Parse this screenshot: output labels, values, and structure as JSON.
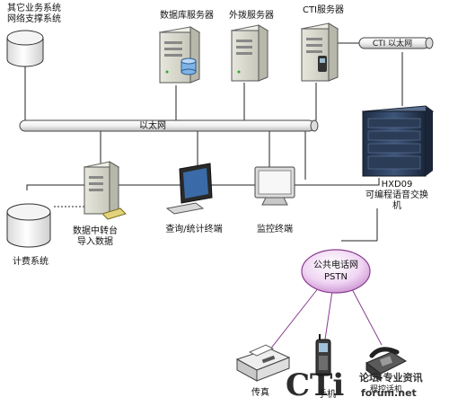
{
  "nodes": {
    "other_systems": {
      "line1": "其它业务系统",
      "line2": "网络支撑系统"
    },
    "db_server": "数据库服务器",
    "outbound_server": "外拨服务器",
    "cti_server": "CTI服务器",
    "cti_ethernet": "CTI 以太网",
    "ethernet": "以太网",
    "switch": {
      "line1": "HXD09",
      "line2": "可编程语音交换",
      "line3": "机"
    },
    "relay": {
      "line1": "数据中转台",
      "line2": "导入数据"
    },
    "query_terminal": "查询/统计终端",
    "monitor_terminal": "监控终端",
    "billing": "计费系统",
    "pstn": {
      "line1": "公共电话网",
      "line2": "PSTN"
    },
    "fax": "传真",
    "mobile": "手机",
    "phone": "程控话机"
  },
  "watermark": {
    "logo": "CTi",
    "line1": "论坛-专业资讯",
    "line2": "forum.net"
  }
}
